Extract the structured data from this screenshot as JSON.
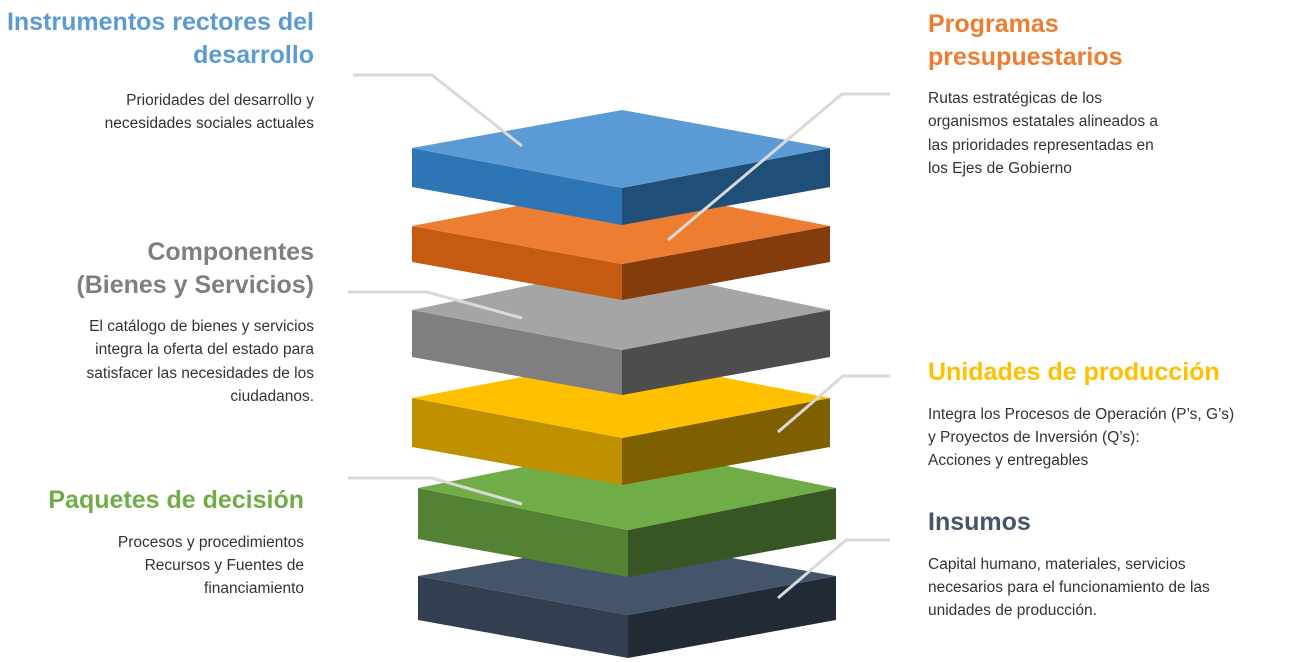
{
  "left": {
    "instrumentos": {
      "title_1": "Instrumentos rectores del",
      "title_2": "desarrollo",
      "desc_1": "Prioridades del desarrollo y",
      "desc_2": "necesidades sociales actuales"
    },
    "componentes": {
      "title_1": "Componentes",
      "title_2": "(Bienes y Servicios)",
      "desc_1": "El catálogo de bienes y servicios",
      "desc_2": "integra la oferta del estado para",
      "desc_3": "satisfacer las necesidades de los",
      "desc_4": "ciudadanos."
    },
    "paquetes": {
      "title_1": "Paquetes de decisión",
      "desc_1": "Procesos y procedimientos",
      "desc_2": "Recursos y Fuentes de",
      "desc_3": "financiamiento"
    }
  },
  "right": {
    "programas": {
      "title_1": "Programas",
      "title_2": "presupuestarios",
      "desc_1": "Rutas estratégicas de los",
      "desc_2": "organismos estatales alineados a",
      "desc_3": "las prioridades representadas en",
      "desc_4": "los Ejes de Gobierno"
    },
    "unidades": {
      "title_1": "Unidades de producción",
      "desc_1": "Integra los Procesos de Operación (P’s, G’s)",
      "desc_2": "y Proyectos de Inversión (Q’s):",
      "desc_3": "Acciones y entregables"
    },
    "insumos": {
      "title_1": "Insumos",
      "desc_1": "Capital humano, materiales, servicios",
      "desc_2": "necesarios para el funcionamiento de las",
      "desc_3": "unidades de producción."
    }
  },
  "layers": [
    {
      "name": "instrumentos",
      "colors": {
        "top": "#5b9bd5",
        "front": "#2e75b6",
        "side": "#1f4e79"
      }
    },
    {
      "name": "programas",
      "colors": {
        "top": "#ed7d31",
        "front": "#c55a11",
        "side": "#843c0c"
      }
    },
    {
      "name": "componentes",
      "colors": {
        "top": "#a5a5a5",
        "front": "#7f7f7f",
        "side": "#4d4d4d"
      }
    },
    {
      "name": "unidades",
      "colors": {
        "top": "#ffc000",
        "front": "#bf9000",
        "side": "#7f6000"
      }
    },
    {
      "name": "paquetes",
      "colors": {
        "top": "#70ad47",
        "front": "#548235",
        "side": "#375623"
      }
    },
    {
      "name": "insumos",
      "colors": {
        "top": "#44546a",
        "front": "#333f50",
        "side": "#222a35"
      }
    }
  ],
  "colors": {
    "instrumentos_title": "#5b9bd5",
    "programas_title": "#ed7d31",
    "componentes_title": "#7f7f7f",
    "unidades_title": "#ffc000",
    "paquetes_title": "#70ad47",
    "insumos_title": "#44546a",
    "connector": "#d9d9d9"
  }
}
